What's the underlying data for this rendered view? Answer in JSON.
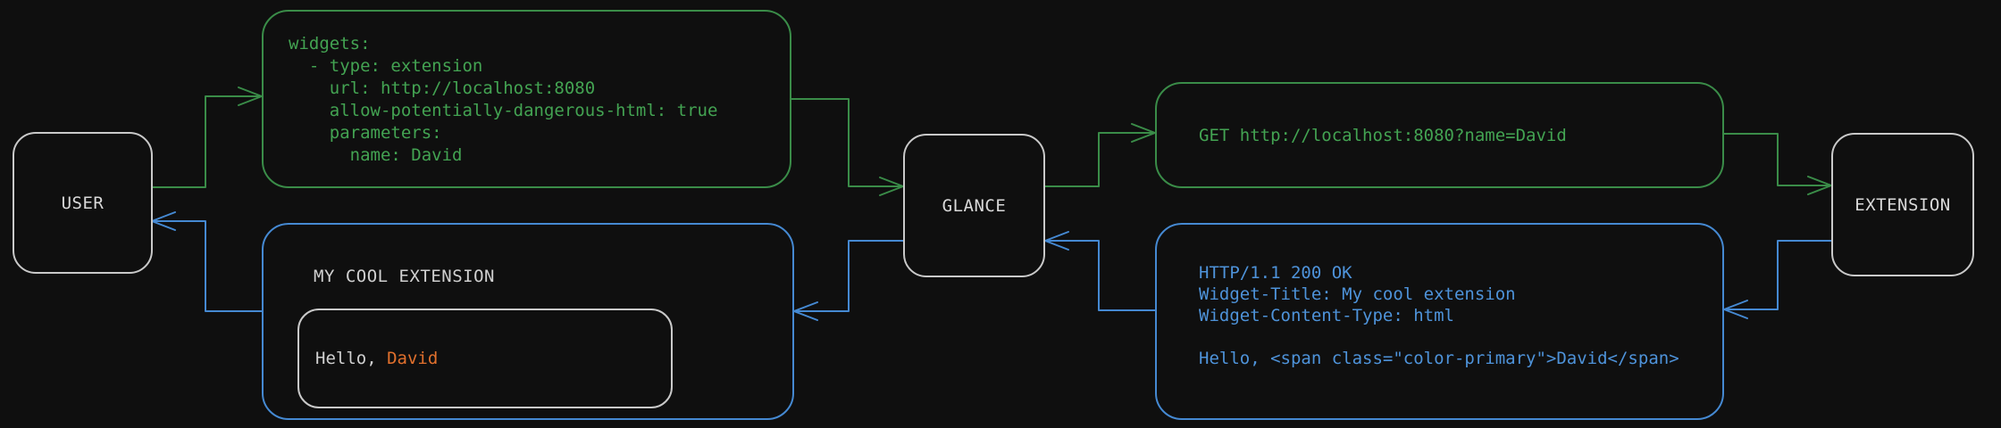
{
  "nodes": {
    "user": {
      "label": "USER"
    },
    "glance": {
      "label": "GLANCE"
    },
    "extension": {
      "label": "EXTENSION"
    }
  },
  "config_box": {
    "yaml": "widgets:\n  - type: extension\n    url: http://localhost:8080\n    allow-potentially-dangerous-html: true\n    parameters:\n      name: David"
  },
  "request_box": {
    "text": "GET http://localhost:8080?name=David"
  },
  "response_box": {
    "text": "HTTP/1.1 200 OK\nWidget-Title: My cool extension\nWidget-Content-Type: html\n\nHello, <span class=\"color-primary\">David</span>"
  },
  "widget_box": {
    "title": "MY COOL EXTENSION",
    "greeting_prefix": "Hello, ",
    "greeting_name": "David"
  },
  "colors": {
    "background": "#0f0f0f",
    "request_green": "#3a8c48",
    "green_text": "#43a352",
    "response_blue": "#4589d2",
    "blue_text": "#4e93da",
    "node_border": "#c9c9c9",
    "primary_orange": "#e1702d"
  }
}
